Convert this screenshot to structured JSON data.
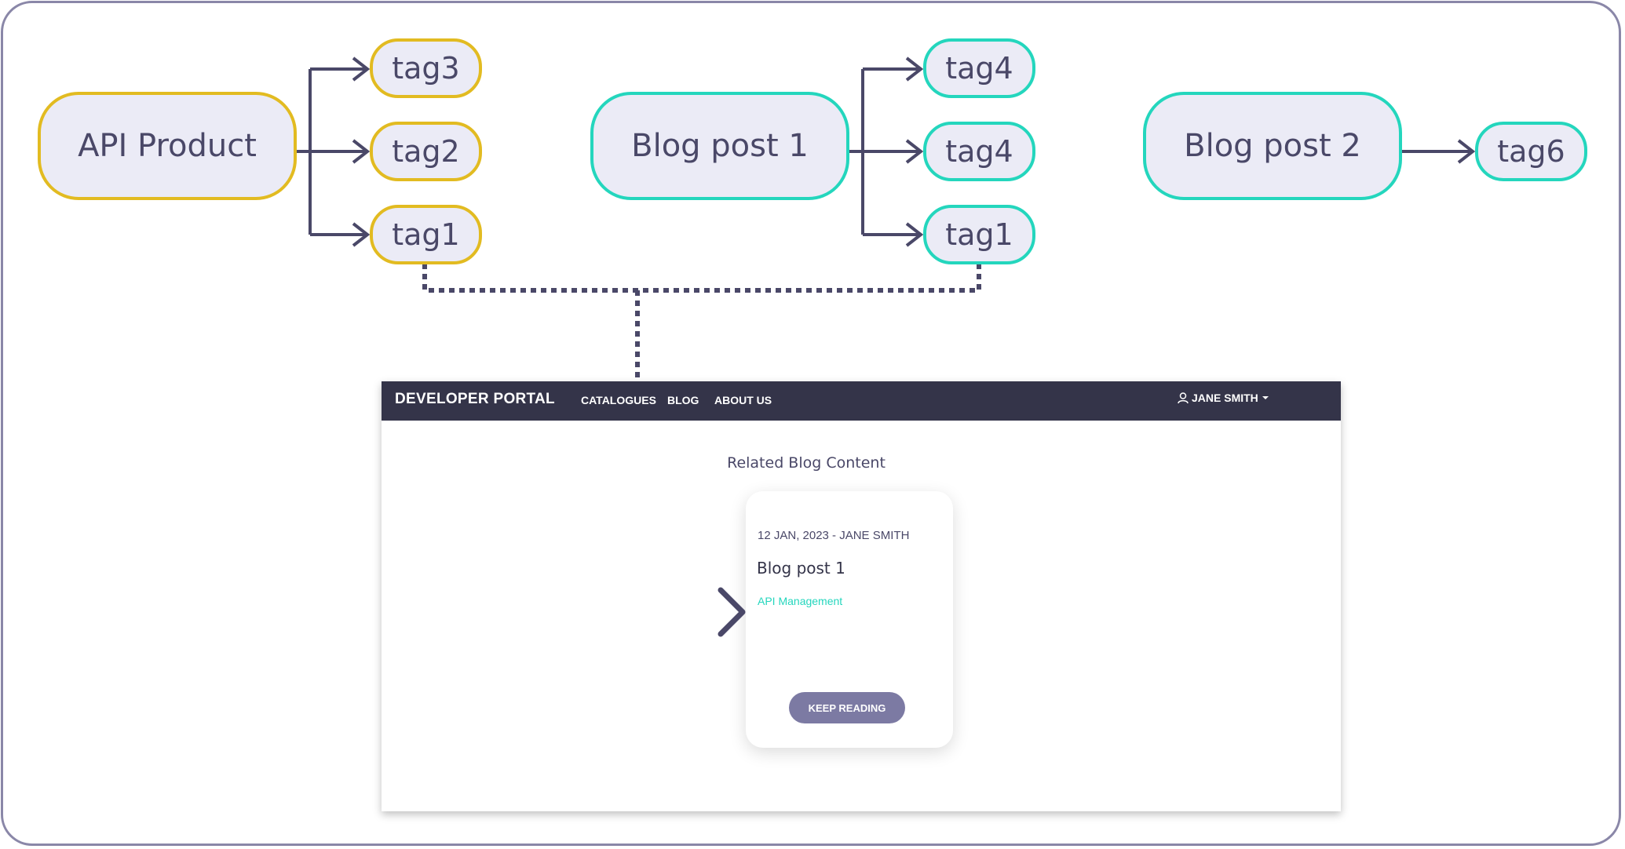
{
  "diagram": {
    "api_product": {
      "label": "API Product",
      "tags": [
        "tag3",
        "tag2",
        "tag1"
      ]
    },
    "blog_post_1": {
      "label": "Blog post 1",
      "tags": [
        "tag4",
        "tag4",
        "tag1"
      ]
    },
    "blog_post_2": {
      "label": "Blog post 2",
      "tags": [
        "tag6"
      ]
    }
  },
  "portal": {
    "brand": "DEVELOPER PORTAL",
    "nav": [
      "CATALOGUES",
      "BLOG",
      "ABOUT US"
    ],
    "user": "JANE SMITH",
    "section_title": "Related Blog Content",
    "card": {
      "meta": "12 JAN, 2023 - JANE SMITH",
      "title": "Blog post 1",
      "category": "API Management",
      "button": "KEEP READING"
    }
  },
  "colors": {
    "api_product_border": "#e2bb21",
    "blog_border": "#24d6bd",
    "node_fill": "#ebebf6",
    "connector": "#4a4868",
    "navbar": "#343449",
    "button": "#7c7aa3"
  }
}
